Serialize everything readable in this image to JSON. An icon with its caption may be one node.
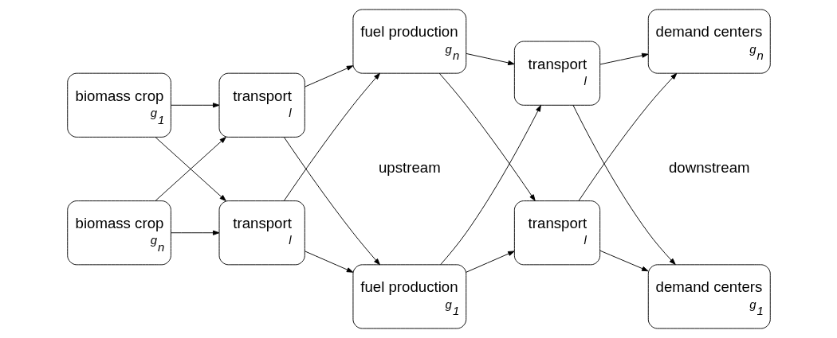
{
  "diagram": {
    "nodes": [
      {
        "text": [
          "biomass crop",
          "g$_{1}$"
        ]
      },
      {
        "text": [
          "biomass crop",
          "g$_{n}$"
        ]
      },
      {
        "text": [
          "transport",
          "l"
        ]
      },
      {
        "text": [
          "transport",
          "l"
        ]
      },
      {
        "text": [
          "fuel production",
          "g$_{1}$"
        ]
      },
      {
        "text": [
          "fuel production",
          "g$_{n}$"
        ]
      },
      {
        "text": [
          "transport",
          "l"
        ]
      },
      {
        "text": [
          "transport",
          "l"
        ]
      },
      {
        "text": [
          "demand centers",
          "g$_{1}$"
        ]
      },
      {
        "text": [
          "demand centers",
          "g$_{n}$"
        ]
      }
    ],
    "edges": [
      {
        "from": 0,
        "to": 2,
        "arrow": "to"
      },
      {
        "from": 0,
        "to": 3,
        "arrow": "to"
      },
      {
        "from": 1,
        "to": 2,
        "arrow": "to"
      },
      {
        "from": 1,
        "to": 3,
        "arrow": "to"
      },
      {
        "from": 2,
        "to": 4,
        "arrow": "to"
      },
      {
        "from": 2,
        "to": 5,
        "arrow": "to"
      },
      {
        "from": 3,
        "to": 4,
        "arrow": "to"
      },
      {
        "from": 3,
        "to": 5,
        "arrow": "to"
      },
      {
        "from": 4,
        "to": 6,
        "arrow": "to"
      },
      {
        "from": 4,
        "to": 7,
        "arrow": "to"
      },
      {
        "from": 5,
        "to": 6,
        "arrow": "to"
      },
      {
        "from": 5,
        "to": 7,
        "arrow": "to"
      },
      {
        "from": 6,
        "to": 8,
        "arrow": "to"
      },
      {
        "from": 6,
        "to": 9,
        "arrow": "to"
      },
      {
        "from": 7,
        "to": 8,
        "arrow": "to"
      },
      {
        "from": 7,
        "to": 9,
        "arrow": "to"
      }
    ],
    "labels": [
      "upstream",
      "downstream"
    ]
  }
}
